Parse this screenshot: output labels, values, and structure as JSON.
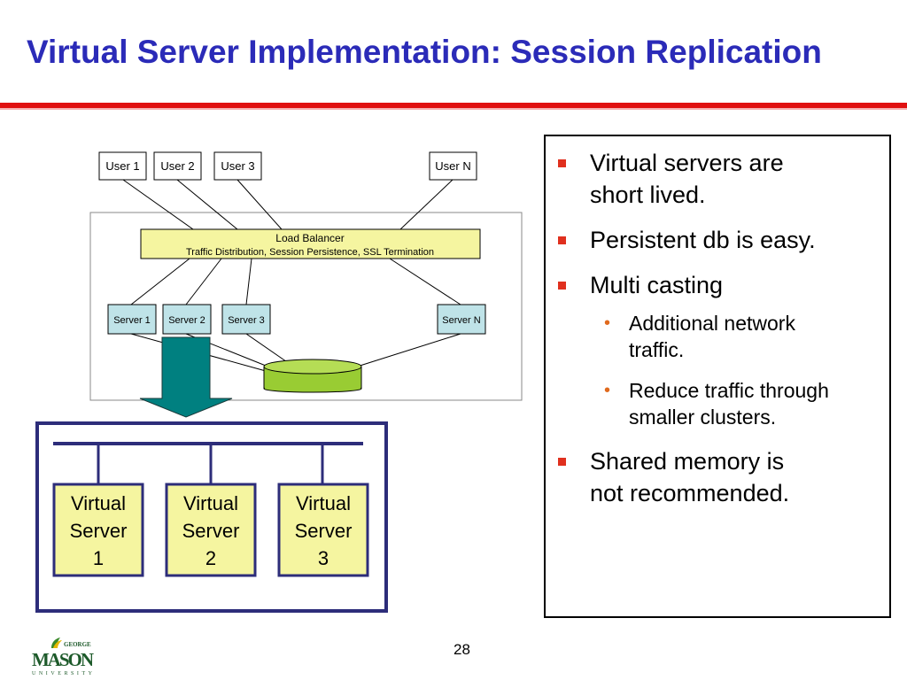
{
  "slide": {
    "title": "Virtual Server Implementation: Session Replication",
    "page_number": "28"
  },
  "diagram": {
    "users": [
      "User 1",
      "User 2",
      "User 3",
      "User N"
    ],
    "load_balancer": {
      "line1": "Load Balancer",
      "line2": "Traffic Distribution, Session Persistence, SSL Termination"
    },
    "servers": [
      "Server 1",
      "Server 2",
      "Server 3",
      "Server N"
    ],
    "virtual_servers": [
      {
        "l1": "Virtual",
        "l2": "Server",
        "l3": "1"
      },
      {
        "l1": "Virtual",
        "l2": "Server",
        "l3": "2"
      },
      {
        "l1": "Virtual",
        "l2": "Server",
        "l3": "3"
      }
    ]
  },
  "bullets": [
    {
      "level": 1,
      "lines": [
        "Virtual servers are",
        "short lived."
      ]
    },
    {
      "level": 1,
      "lines": [
        "Persistent db is easy."
      ]
    },
    {
      "level": 1,
      "lines": [
        "Multi casting"
      ]
    },
    {
      "level": 2,
      "lines": [
        "Additional network",
        "traffic."
      ]
    },
    {
      "level": 2,
      "lines": [
        "Reduce traffic through",
        "smaller clusters."
      ]
    },
    {
      "level": 1,
      "lines": [
        "Shared memory is",
        "not recommended."
      ]
    }
  ],
  "logo": {
    "top": "GEORGE",
    "main": "MASON",
    "bottom": "UNIVERSITY"
  },
  "colors": {
    "title": "#2b2bb8",
    "rule": "#e01010",
    "load_balancer_fill": "#f5f5a0",
    "server_fill": "#bfe3e8",
    "db_fill": "#99cc33",
    "arrow_fill": "#008080",
    "virtual_box_border": "#2d2d7a",
    "virtual_server_fill": "#f5f5a0"
  }
}
